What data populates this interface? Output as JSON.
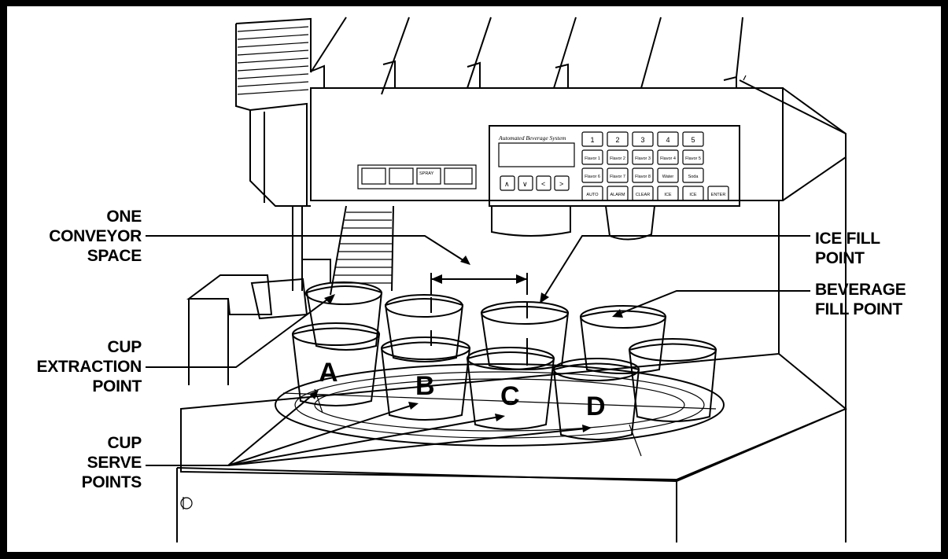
{
  "labels": {
    "one_conveyor_space": [
      "ONE",
      "CONVEYOR",
      "SPACE"
    ],
    "cup_extraction_point": [
      "CUP",
      "EXTRACTION",
      "POINT"
    ],
    "cup_serve_points": [
      "CUP",
      "SERVE",
      "POINTS"
    ],
    "ice_fill_point": [
      "ICE FILL",
      "POINT"
    ],
    "beverage_fill_point": [
      "BEVERAGE",
      "FILL POINT"
    ]
  },
  "cups": [
    "A",
    "B",
    "C",
    "D"
  ],
  "control_panel": {
    "title": "Automated Beverage System",
    "number_keys": [
      "1",
      "2",
      "3",
      "4",
      "5"
    ],
    "flavor_keys_row1": [
      "Flavor 1",
      "Flavor 2",
      "Flavor 3",
      "Flavor 4",
      "Flavor 5"
    ],
    "flavor_keys_row2": [
      "Flavor 6",
      "Flavor 7",
      "Flavor 8",
      "Water",
      "Soda"
    ],
    "bottom_keys": [
      "AUTO",
      "ALARM",
      "CLEAR",
      "ICE",
      "ICE",
      "ENTER"
    ],
    "arrow_keys": [
      "∧",
      "∨",
      "<",
      ">"
    ]
  },
  "status_display": [
    "SPRAY"
  ]
}
